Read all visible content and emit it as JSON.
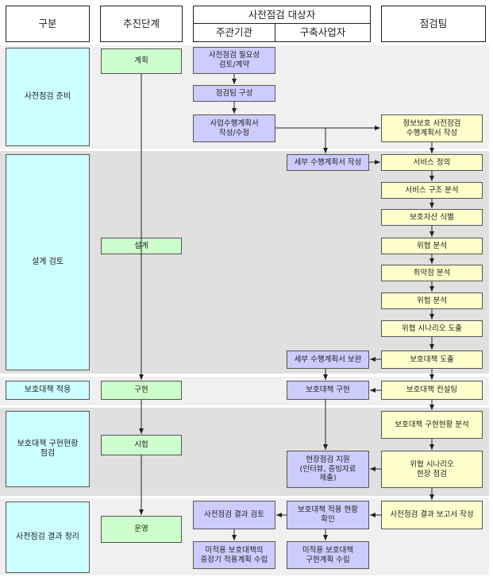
{
  "header": {
    "category": "구분",
    "phase": "추진단계",
    "target": "사전점검 대상자",
    "org": "주관기관",
    "builder": "구축사업자",
    "team": "점검팀"
  },
  "stages": [
    "사전점검 준비",
    "설계 검토",
    "보호대책 적용",
    "보호대책 구현현황\n점검",
    "사전점검 결과 정리"
  ],
  "phases": [
    "계획",
    "설계",
    "구현",
    "시험",
    "운영"
  ],
  "org_boxes": [
    "사전점검 필요성\n검토/계약",
    "점검팀 구성",
    "사업수행계획서\n작성/수정",
    "사전점검 결과 검토",
    "미적용 보호대책의\n중장기 적용계획 수립"
  ],
  "builder_boxes": [
    "세부 수행계획서 작성",
    "세부 수행계획서 보완",
    "보호대책 구현",
    "현장점검 지원\n(인터뷰, 증빙자료\n제출)",
    "보호대책 적용 현황\n확인",
    "미적용 보호대책\n구현계획 수립"
  ],
  "team_boxes": [
    "정보보호 사전점검\n수행계획서 작성",
    "서비스 정의",
    "서비스 구조 분석",
    "보호자산 식별",
    "위협 분석",
    "취약점 분석",
    "위험 분석",
    "위협 시나리오 도출",
    "보호대책 도출",
    "보호대책 컨설팅",
    "보호대책 구현현황 분석",
    "위협 시나리오\n현장 점검",
    "사전점검 결과 보고서 작성"
  ],
  "colors": {
    "stage": "#ccffff",
    "phase": "#ccffcc",
    "org": "#ccccff",
    "team": "#ffffcc",
    "band_light": "#f0f0f0",
    "band_dark": "#e0e0e0"
  }
}
